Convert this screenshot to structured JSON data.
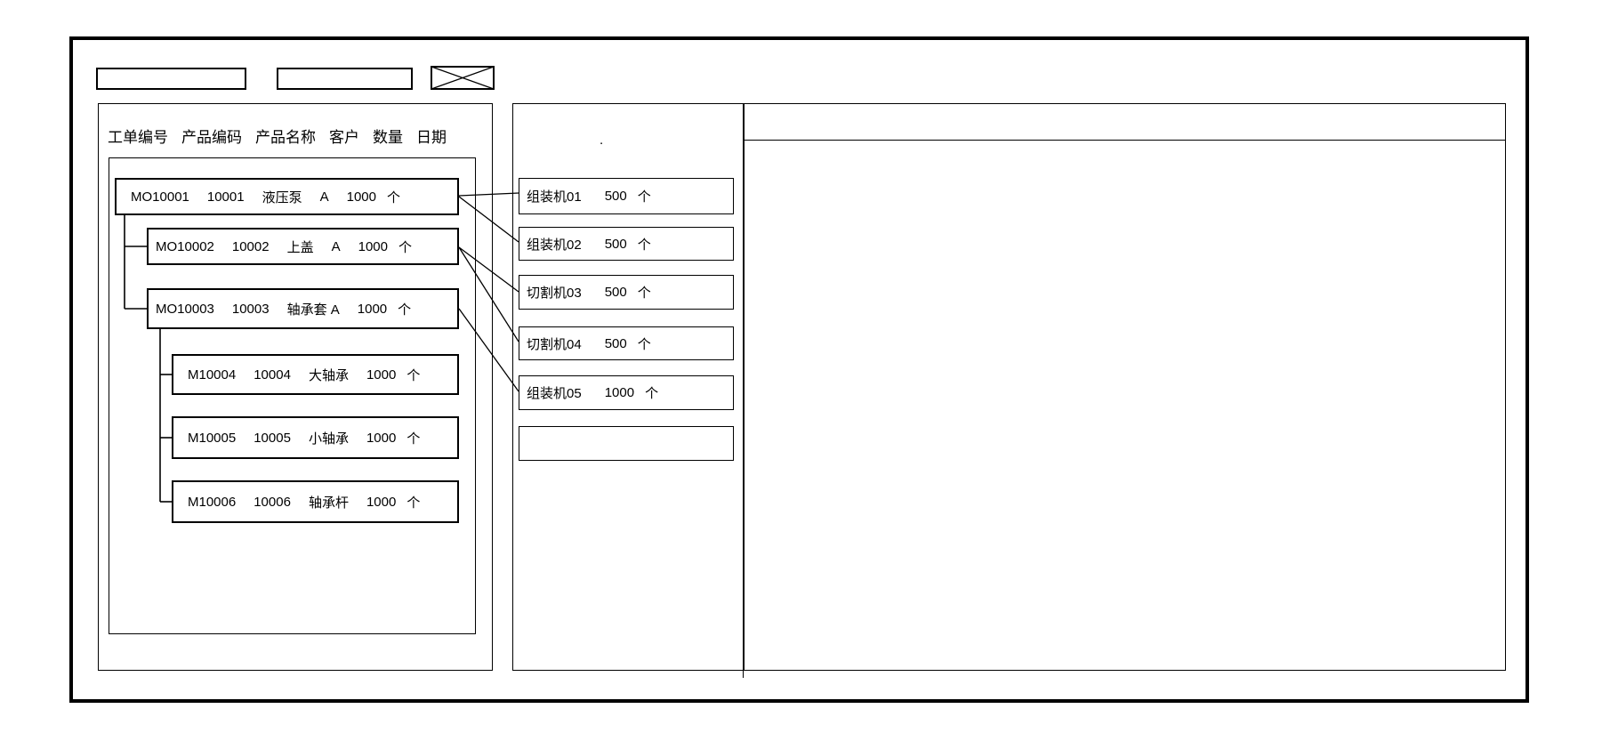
{
  "window": {
    "toolbar": {
      "field1_value": "",
      "field2_value": "",
      "placeholder_icon": "x-rectangle"
    },
    "left_panel": {
      "columns": [
        "工单编号",
        "产品编码",
        "产品名称",
        "客户",
        "数量",
        "日期"
      ],
      "work_orders": [
        {
          "order_no": "MO10001",
          "product_code": "10001",
          "product_name": "液压泵",
          "customer": "A",
          "qty": "1000",
          "unit": "个",
          "level": 0
        },
        {
          "order_no": "MO10002",
          "product_code": "10002",
          "product_name": "上盖",
          "customer": "A",
          "qty": "1000",
          "unit": "个",
          "level": 1
        },
        {
          "order_no": "MO10003",
          "product_code": "10003",
          "product_name": "轴承套 A",
          "customer": "",
          "qty": "1000",
          "unit": "个",
          "level": 1
        },
        {
          "order_no": "M10004",
          "product_code": "10004",
          "product_name": "大轴承",
          "customer": "",
          "qty": "1000",
          "unit": "个",
          "level": 2
        },
        {
          "order_no": "M10005",
          "product_code": "10005",
          "product_name": "小轴承",
          "customer": "",
          "qty": "1000",
          "unit": "个",
          "level": 2
        },
        {
          "order_no": "M10006",
          "product_code": "10006",
          "product_name": "轴承杆",
          "customer": "",
          "qty": "1000",
          "unit": "个",
          "level": 2
        }
      ]
    },
    "middle_panel": {
      "mark": ".",
      "machines": [
        {
          "name": "组装机01",
          "qty": "500",
          "unit": "个"
        },
        {
          "name": "组装机02",
          "qty": "500",
          "unit": "个"
        },
        {
          "name": "切割机03",
          "qty": "500",
          "unit": "个"
        },
        {
          "name": "切割机04",
          "qty": "500",
          "unit": "个"
        },
        {
          "name": "组装机05",
          "qty": "1000",
          "unit": "个"
        },
        {
          "name": "",
          "qty": "",
          "unit": ""
        }
      ]
    },
    "connections": [
      {
        "from": "MO10001",
        "to": "组装机01"
      },
      {
        "from": "MO10001",
        "to": "组装机02"
      },
      {
        "from": "MO10002",
        "to": "切割机03"
      },
      {
        "from": "MO10002",
        "to": "切割机04"
      },
      {
        "from": "MO10003",
        "to": "组装机05"
      }
    ]
  },
  "colors": {
    "line": "#000000",
    "background": "#ffffff",
    "text": "#000000"
  }
}
